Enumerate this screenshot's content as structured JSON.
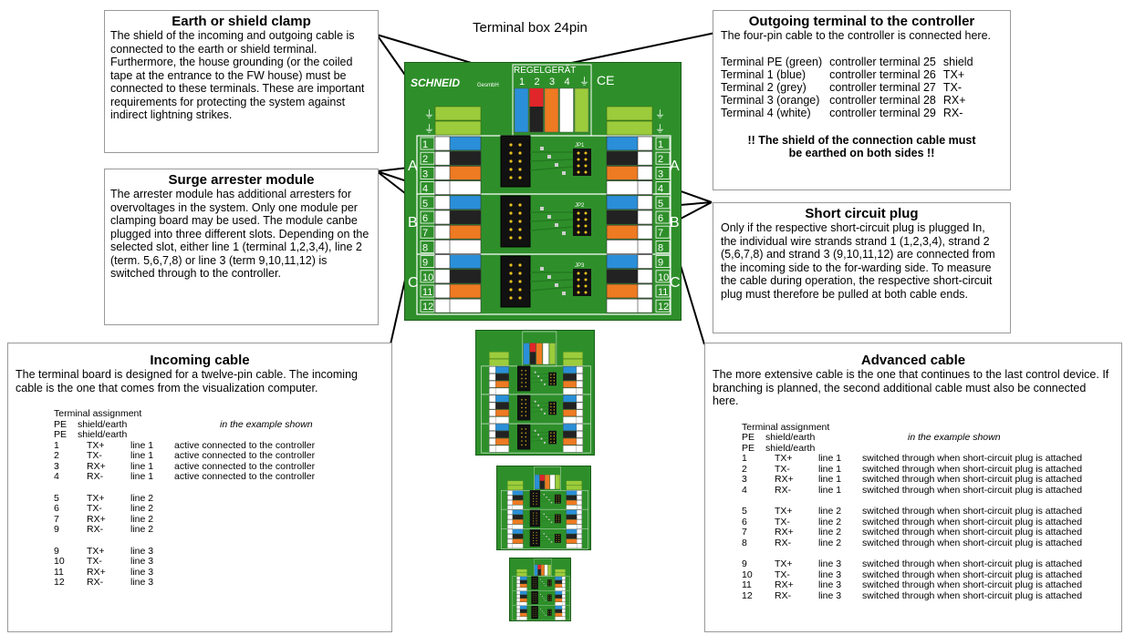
{
  "page_title": "Terminal box 24pin",
  "earth_clamp": {
    "title": "Earth or shield clamp",
    "text": "The shield of the incoming and outgoing cable is connected to the earth or shield terminal. Furthermore, the house grounding (or the coiled tape at the entrance to the FW house) must be connected to these terminals. These are important requirements for protecting the system against indirect lightning strikes."
  },
  "surge": {
    "title": "Surge arrester module",
    "text": "The arrester module has additional arresters for overvoltages in the system. Only one module per clamping board may be used. The module canbe plugged into three different slots. Depending on the selected slot, either line 1 (terminal 1,2,3,4), line 2 (term. 5,6,7,8) or line 3 (term 9,10,11,12) is switched through to the controller."
  },
  "outgoing": {
    "title": "Outgoing terminal to the controller",
    "text": "The four-pin cable to the controller is connected here.",
    "rows": [
      [
        "Terminal PE (green)",
        "controller terminal 25",
        "shield"
      ],
      [
        "Terminal 1 (blue)",
        "controller terminal 26",
        "TX+"
      ],
      [
        "Terminal 2 (grey)",
        "controller terminal 27",
        "TX-"
      ],
      [
        "Terminal 3 (orange)",
        "controller terminal 28",
        "RX+"
      ],
      [
        "Terminal 4 (white)",
        "controller terminal 29",
        "RX-"
      ]
    ],
    "warning_line1": "!! The shield of the connection cable must",
    "warning_line2": "be earthed on both sides !!"
  },
  "short_circuit": {
    "title": "Short circuit plug",
    "text": "Only if the respective short-circuit plug is plugged In, the individual wire strands strand 1 (1,2,3,4), strand 2 (5,6,7,8) and strand 3 (9,10,11,12) are connected from the incoming side to the for-warding side. To measure the cable during operation, the respective short-circuit plug must therefore be pulled at both cable ends."
  },
  "incoming": {
    "title": "Incoming cable",
    "text": "The terminal board is designed for a twelve-pin cable. The incoming cable is the one that comes from the visualization computer.",
    "assign_header": "Terminal assignment",
    "example_label": "in the example shown",
    "pe_rows": [
      [
        "PE",
        "shield/earth"
      ],
      [
        "PE",
        "shield/earth"
      ]
    ],
    "groups": [
      [
        [
          "1",
          "TX+",
          "line 1",
          "active connected to the controller"
        ],
        [
          "2",
          "TX-",
          "line 1",
          "active connected to the controller"
        ],
        [
          "3",
          "RX+",
          "line 1",
          "active connected to the controller"
        ],
        [
          "4",
          "RX-",
          "line 1",
          "active connected to the controller"
        ]
      ],
      [
        [
          "5",
          "TX+",
          "line 2",
          ""
        ],
        [
          "6",
          "TX-",
          "line 2",
          ""
        ],
        [
          "7",
          "RX+",
          "line 2",
          ""
        ],
        [
          "9",
          "RX-",
          "line 2",
          ""
        ]
      ],
      [
        [
          "9",
          "TX+",
          "line 3",
          ""
        ],
        [
          "10",
          "TX-",
          "line 3",
          ""
        ],
        [
          "11",
          "RX+",
          "line 3",
          ""
        ],
        [
          "12",
          "RX-",
          "line 3",
          ""
        ]
      ]
    ]
  },
  "advanced": {
    "title": "Advanced cable",
    "text": "The more extensive cable is the one that continues to the last control device. If branching is planned, the second additional cable must also be connected here.",
    "assign_header": "Terminal assignment",
    "example_label": "in the example shown",
    "pe_rows": [
      [
        "PE",
        "shield/earth"
      ],
      [
        "PE",
        "shield/earth"
      ]
    ],
    "groups": [
      [
        [
          "1",
          "TX+",
          "line 1",
          "switched through when short-circuit plug is attached"
        ],
        [
          "2",
          "TX-",
          "line 1",
          "switched through when short-circuit plug is attached"
        ],
        [
          "3",
          "RX+",
          "line 1",
          "switched through when short-circuit plug is attached"
        ],
        [
          "4",
          "RX-",
          "line 1",
          "switched through when short-circuit plug is attached"
        ]
      ],
      [
        [
          "5",
          "TX+",
          "line 2",
          "switched through when short-circuit plug is attached"
        ],
        [
          "6",
          "TX-",
          "line 2",
          "switched through when short-circuit plug is attached"
        ],
        [
          "7",
          "RX+",
          "line 2",
          "switched through when short-circuit plug is attached"
        ],
        [
          "8",
          "RX-",
          "line 2",
          "switched through when short-circuit plug is attached"
        ]
      ],
      [
        [
          "9",
          "TX+",
          "line 3",
          "switched through when short-circuit plug is attached"
        ],
        [
          "10",
          "TX-",
          "line 3",
          "switched through when short-circuit plug is attached"
        ],
        [
          "11",
          "RX+",
          "line 3",
          "switched through when short-circuit plug is attached"
        ],
        [
          "12",
          "RX-",
          "line 3",
          "switched through when short-circuit plug is attached"
        ]
      ]
    ]
  },
  "board": {
    "brand": "SCHNEID",
    "brand_suffix": "GesmbH",
    "ce_mark": "CE",
    "regler_label": "REGELGERÄT",
    "regler_pins": [
      "1",
      "2",
      "3",
      "4",
      "⏚"
    ],
    "row_labels": [
      "1",
      "2",
      "3",
      "4",
      "5",
      "6",
      "7",
      "8",
      "9",
      "10",
      "11",
      "12"
    ],
    "group_labels": [
      "A",
      "B",
      "C"
    ],
    "jumper_labels": [
      "JP1",
      "JP2",
      "JP3"
    ],
    "earth_symbol": "⏚",
    "colors": {
      "pcb": "#2e8f2a",
      "pe_green": "#9ccc3c",
      "blue": "#2a8fd8",
      "grey": "#222222",
      "orange": "#ee7a22",
      "white": "#ffffff",
      "red": "#e0262a"
    }
  }
}
